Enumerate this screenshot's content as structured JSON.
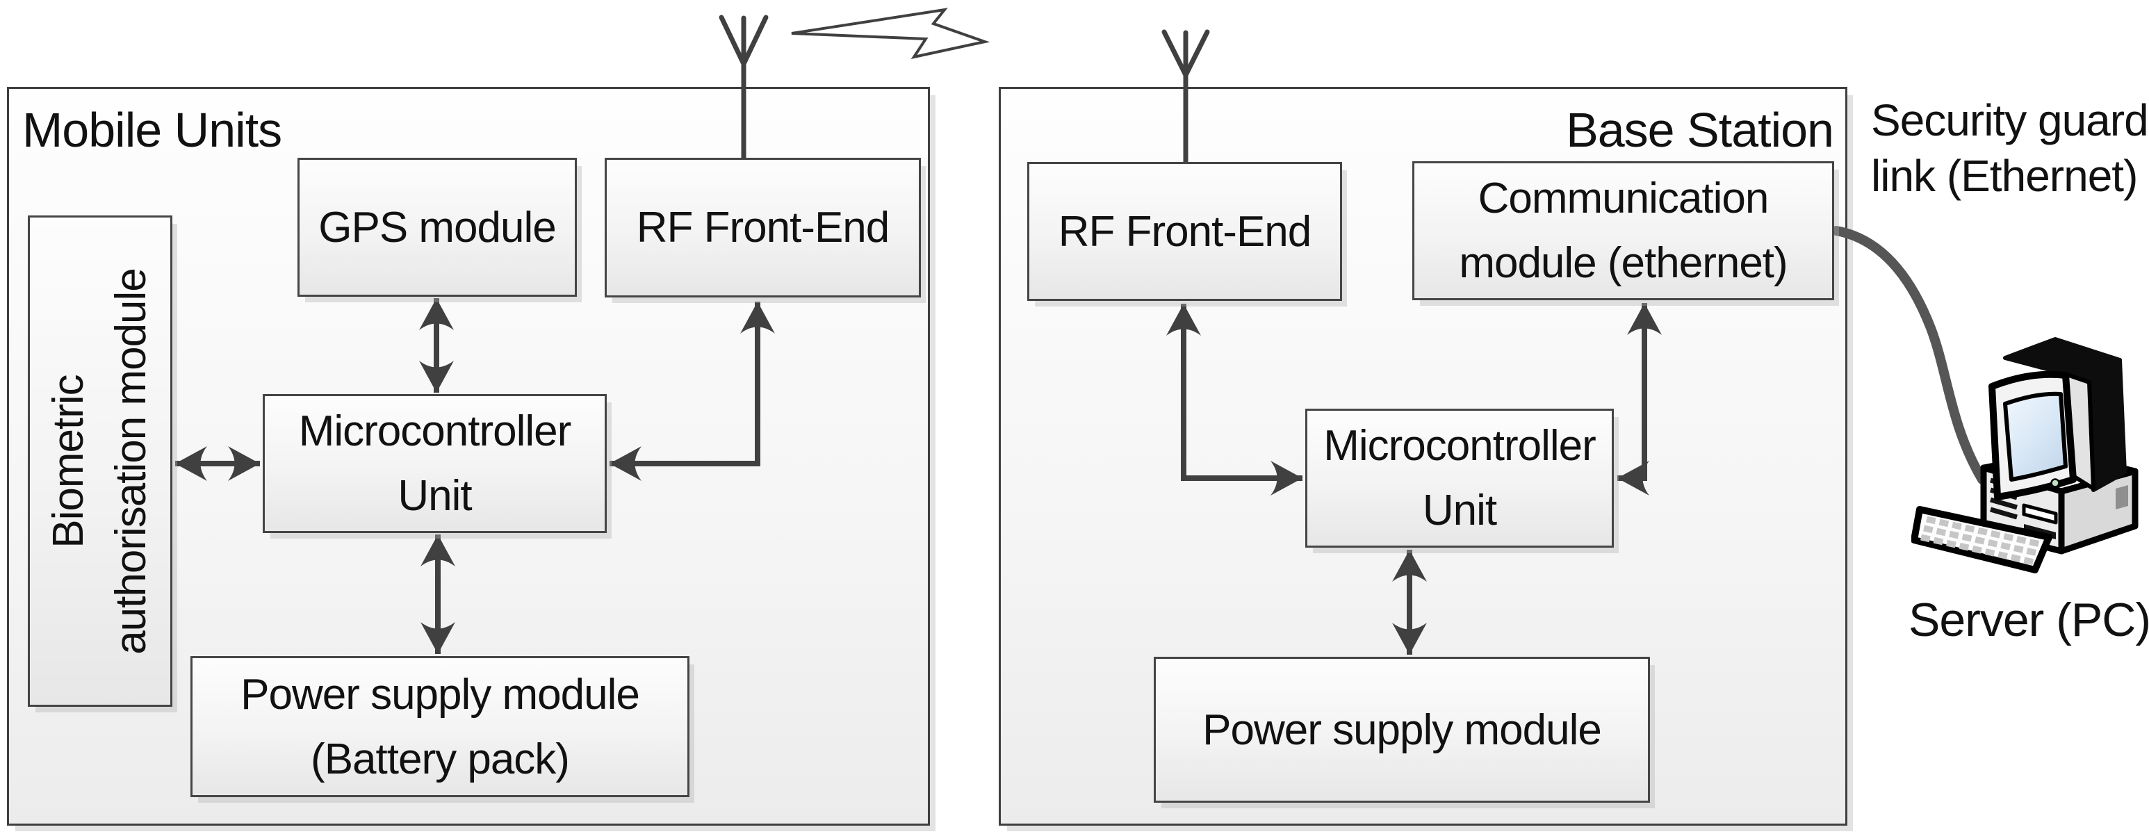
{
  "diagram": {
    "mobile_units": {
      "title": "Mobile Units",
      "biometric_label": [
        "Biometric",
        "authorisation module"
      ],
      "gps_label": "GPS module",
      "rf_label": "RF Front-End",
      "mcu_label": [
        "Microcontroller",
        "Unit"
      ],
      "power_label": [
        "Power supply module",
        "(Battery pack)"
      ]
    },
    "base_station": {
      "title": "Base Station",
      "rf_label": "RF Front-End",
      "comm_label": [
        "Communication",
        "module (ethernet)"
      ],
      "mcu_label": [
        "Microcontroller",
        "Unit"
      ],
      "power_label": "Power supply module"
    },
    "annotations": {
      "security_link": [
        "Security guard",
        "link (Ethernet)"
      ],
      "server_label": "Server (PC)"
    },
    "colors": {
      "outline": "#3f3f3f",
      "arrow": "#404040",
      "text": "#111111",
      "screen_blue": "#d9e8f6"
    }
  }
}
